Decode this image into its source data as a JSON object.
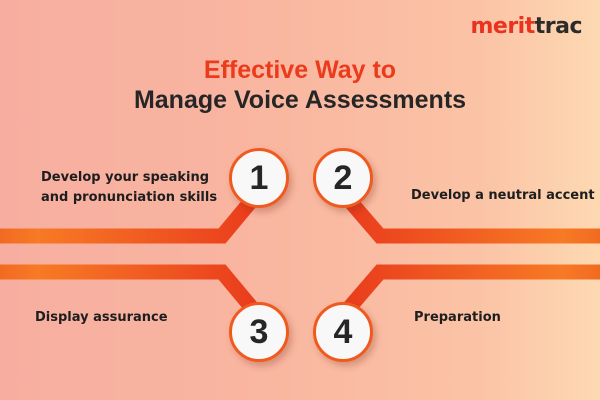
{
  "logo": {
    "part1": "merit",
    "part2": "trac"
  },
  "title": {
    "line1": "Effective Way to",
    "line2": "Manage Voice Assessments"
  },
  "steps": [
    {
      "number": "1",
      "label_line1": "Develop your speaking",
      "label_line2": "and pronunciation skills"
    },
    {
      "number": "2",
      "label_line1": "Develop a neutral accent"
    },
    {
      "number": "3",
      "label_line1": "Display assurance"
    },
    {
      "number": "4",
      "label_line1": "Preparation"
    }
  ],
  "colors": {
    "accent_red": "#ec3b1c",
    "line_orange": "#f26a22",
    "text_dark": "#262626",
    "background_left": "#f7aea0",
    "background_right": "#fdd9b2"
  }
}
